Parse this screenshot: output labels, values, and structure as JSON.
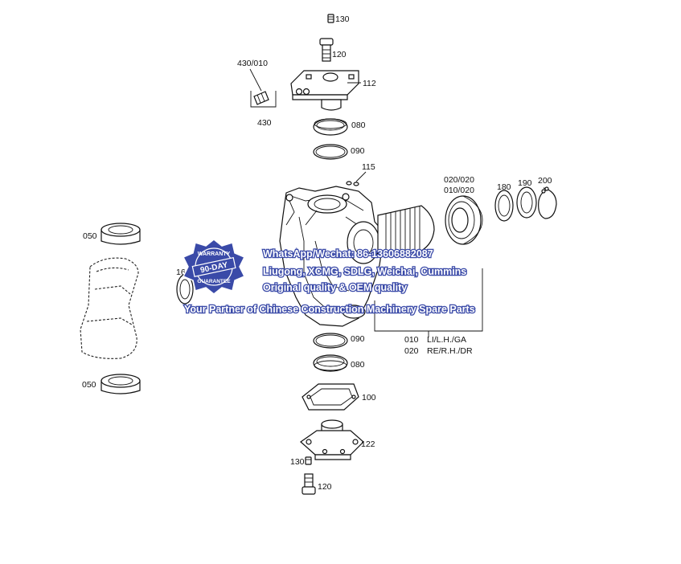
{
  "labels": {
    "c130_top": "130",
    "c120_top": "120",
    "c112": "112",
    "c430_010": "430/010",
    "c430": "430",
    "c080_top": "080",
    "c090_top": "090",
    "c115": "115",
    "c020_020": "020/020",
    "c010_020": "010/020",
    "c180": "180",
    "c190": "190",
    "c200": "200",
    "c050_top": "050",
    "c160": "160",
    "c090_bot": "090",
    "c080_bot": "080",
    "c100": "100",
    "c122": "122",
    "c130_bot": "130",
    "c120_bot": "120",
    "c050_bot": "050"
  },
  "variants": [
    {
      "code": "010",
      "desc": "LI/L.H./GA"
    },
    {
      "code": "020",
      "desc": "RE/R.H./DR"
    }
  ],
  "watermark": {
    "line1": "WhatsApp/Wechat: 86-13606882087",
    "line2": "Liugong, XCMG, SDLG, Weichai, Cummins",
    "line3": "Original quality & OEM quality",
    "line4": "Your Partner of Chinese Construction Machinery Spare Parts"
  },
  "badge": {
    "top": "WARRANTY",
    "middle": "90-DAY",
    "bottom": "GUARANTEE"
  },
  "colors": {
    "badge_fill": "#3a4aa8",
    "watermark_outline": "#3a4aa8",
    "line": "#111111"
  }
}
